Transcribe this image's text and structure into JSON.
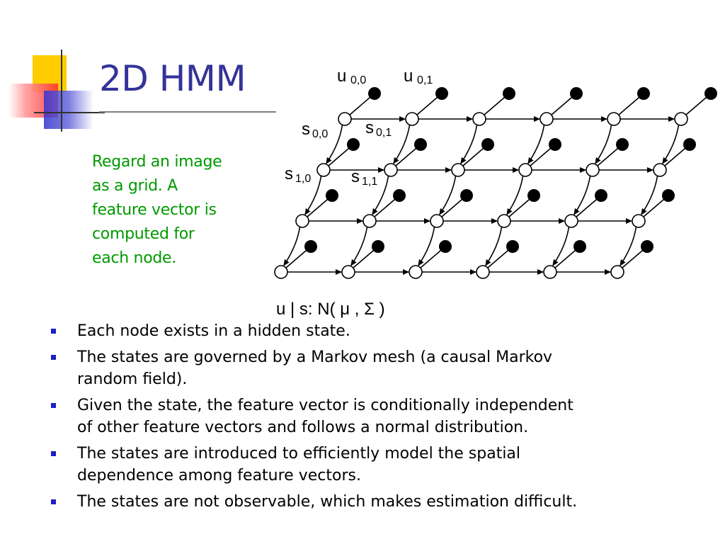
{
  "slide": {
    "title": "2D HMM",
    "note_lines": [
      "Regard an image",
      "as a grid.  A",
      "feature vector is",
      "computed for",
      "each node."
    ],
    "figure": {
      "obs_label_left": "u",
      "obs_label_left_sub": "0,0",
      "obs_label_right": "u",
      "obs_label_right_sub": "0,1",
      "state_labels": [
        {
          "main": "s",
          "sub": "0,0"
        },
        {
          "main": "s",
          "sub": "0,1"
        },
        {
          "main": "s",
          "sub": "1,0"
        },
        {
          "main": "s",
          "sub": "1,1"
        }
      ],
      "formula": "u | s:  N( μ , Σ )",
      "rows": 4,
      "cols": 6
    },
    "bullets": [
      [
        "Each node exists in a hidden state."
      ],
      [
        "The states are governed by a Markov mesh (a causal Markov",
        "random field)."
      ],
      [
        "Given the state, the feature vector is conditionally independent",
        "of other feature vectors and follows a normal distribution."
      ],
      [
        "The states are introduced to efficiently model the spatial",
        "dependence among feature vectors."
      ],
      [
        "The states are not observable, which makes estimation difficult."
      ]
    ],
    "colors": {
      "title": "#333399",
      "note": "#009900",
      "bullet_marker": "#1d1dcc",
      "deco_yellow": "#ffcc00",
      "deco_red": "#ff3333",
      "deco_blue": "#3333cc"
    }
  }
}
